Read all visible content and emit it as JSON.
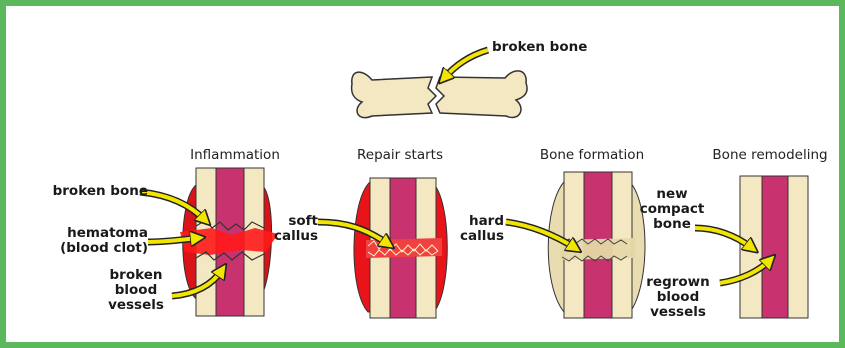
{
  "top": {
    "label": "broken bone"
  },
  "stages": [
    {
      "title": "Inflammation",
      "labels": [
        "broken bone",
        "hematoma\n(blood clot)",
        "broken\nblood\nvessels"
      ]
    },
    {
      "title": "Repair starts",
      "labels": [
        "soft\ncallus"
      ]
    },
    {
      "title": "Bone formation",
      "labels": [
        "hard\ncallus"
      ]
    },
    {
      "title": "Bone remodeling",
      "labels": [
        "new\ncompact\nbone",
        "regrown\nblood\nvessels"
      ]
    }
  ],
  "colors": {
    "border": "#5cb85c",
    "bone": "#f4e8c3",
    "marrow": "#c8326e",
    "hematoma": "#e8141a",
    "callus": "#e9dcb0",
    "arrow": "#f2e600"
  }
}
